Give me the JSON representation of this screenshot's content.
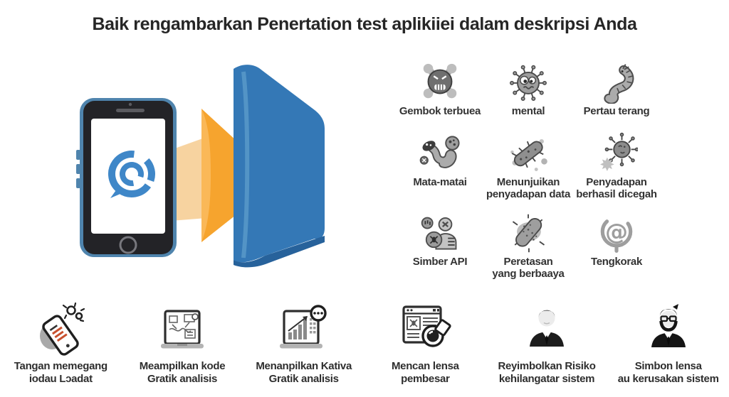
{
  "title": "Baik rengambarkan Penertation test aplikiiei dalam deskripsi Anda",
  "colors": {
    "title_text": "#262626",
    "label_text": "#333333",
    "phone_frame_blue": "#4f84ad",
    "phone_body": "#232327",
    "logo_blue": "#3f87c8",
    "arrow_light_orange": "#f7d3a0",
    "arrow_orange": "#f6a42e",
    "book_blue": "#3478b6",
    "book_edge_dark": "#27629b",
    "icon_gray": "#9a9a9a",
    "icon_dark": "#2e2e2e"
  },
  "illustration": {
    "name": "phone scan flowing into blue book",
    "parts": [
      "smartphone",
      "magnifier-logo",
      "orange-arrow",
      "blue-book"
    ]
  },
  "grid": {
    "items": [
      {
        "label": "Gembok terbuea",
        "icon": "virus-crossbones-icon"
      },
      {
        "label": "mental",
        "icon": "virus-face-icon"
      },
      {
        "label": "Pertau terang",
        "icon": "caterpillar-icon"
      },
      {
        "label": "Mata-matai",
        "icon": "spy-worm-icon"
      },
      {
        "label": "Menunjuikan\npenyadapan data",
        "icon": "bacteria-icon"
      },
      {
        "label": "Penyadapan\nberhasil dicegah",
        "icon": "virus-blocked-icon"
      },
      {
        "label": "Simber API",
        "icon": "hacker-user-icon"
      },
      {
        "label": "Peretasan\nyang berbaaya",
        "icon": "pill-capsule-icon"
      },
      {
        "label": "Tengkorak",
        "icon": "at-symbol-icon"
      }
    ]
  },
  "bottom": {
    "items": [
      {
        "label": "Tangan memegang\niodau Lɔadat",
        "icon": "hand-holding-phone-icon"
      },
      {
        "label": "Meampilkan kode\nGratik analisis",
        "icon": "laptop-code-icon"
      },
      {
        "label": "Menanpilkan Kativa\nGratik analisis",
        "icon": "laptop-chart-icon"
      },
      {
        "label": "Mencan lensa\npembesar",
        "icon": "browser-magnifier-icon"
      },
      {
        "label": "Reyimbolkan Risiko\nkehilangatar sistem",
        "icon": "businessman-icon"
      },
      {
        "label": "Simbon lensa\nau kerusakan sistem",
        "icon": "businessman-glasses-icon"
      }
    ]
  }
}
